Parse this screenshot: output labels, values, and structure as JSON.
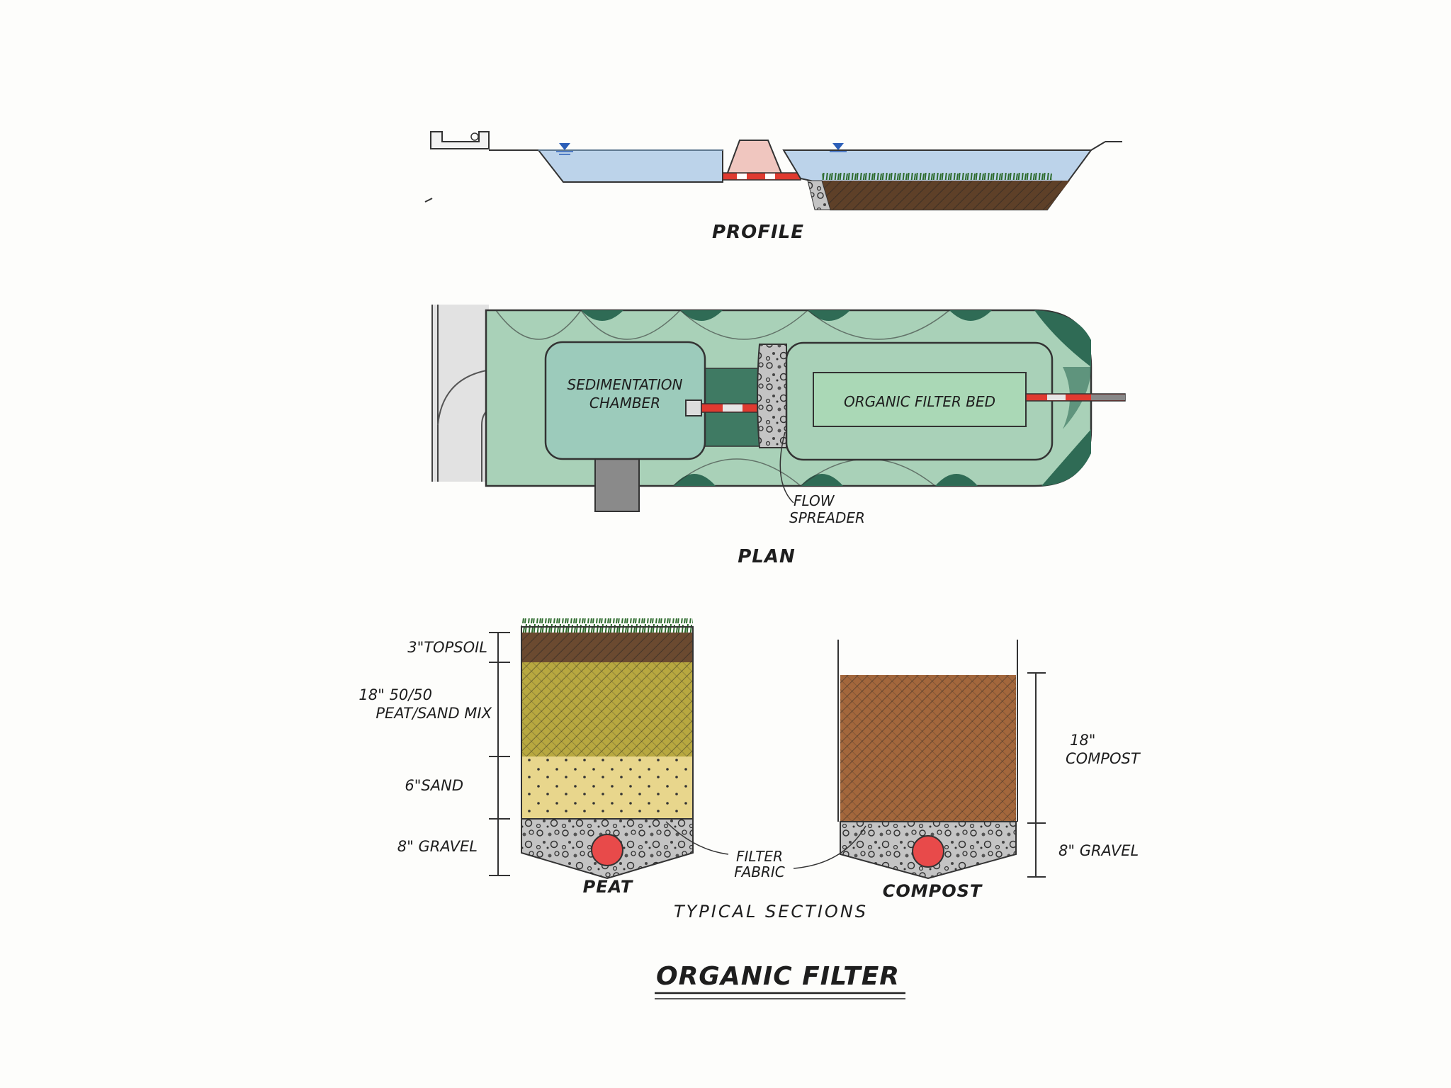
{
  "profile": {
    "caption": "PROFILE"
  },
  "plan": {
    "caption": "PLAN",
    "sedimentation_line1": "SEDIMENTATION",
    "sedimentation_line2": "CHAMBER",
    "filter_bed": "ORGANIC FILTER BED",
    "flow_line1": "FLOW",
    "flow_line2": "SPREADER"
  },
  "sections": {
    "caption": "TYPICAL SECTIONS",
    "peat": {
      "label": "PEAT",
      "layers": [
        {
          "thickness": "3\"",
          "material": "TOPSOIL"
        },
        {
          "thickness": "18\"",
          "material": "50/50 PEAT/SAND MIX"
        },
        {
          "thickness": "6\"",
          "material": "SAND"
        },
        {
          "thickness": "8\"",
          "material": "GRAVEL"
        }
      ],
      "dims": {
        "topsoil": "3\"TOPSOIL",
        "mix_line1": "18\" 50/50",
        "mix_line2": "PEAT/SAND MIX",
        "sand": "6\"SAND",
        "gravel": "8\" GRAVEL"
      }
    },
    "compost": {
      "label": "COMPOST",
      "layers": [
        {
          "thickness": "18\"",
          "material": "COMPOST"
        },
        {
          "thickness": "8\"",
          "material": "GRAVEL"
        }
      ],
      "dims": {
        "compost_line1": "18\"",
        "compost_line2": "COMPOST",
        "gravel": "8\" GRAVEL"
      }
    },
    "filter_fabric_line1": "FILTER",
    "filter_fabric_line2": "FABRIC"
  },
  "title": "ORGANIC FILTER",
  "colors": {
    "water": "#bcd3ea",
    "green_light": "#a9d1b8",
    "green_dark": "#2f6b55",
    "concrete": "#9a9a9a",
    "pipe_red": "#e03a30",
    "sand": "#e8d68c",
    "peat_mix": "#b8a840",
    "topsoil": "#6b4a30",
    "compost": "#a3673c",
    "gravel": "#b8b8b8"
  }
}
